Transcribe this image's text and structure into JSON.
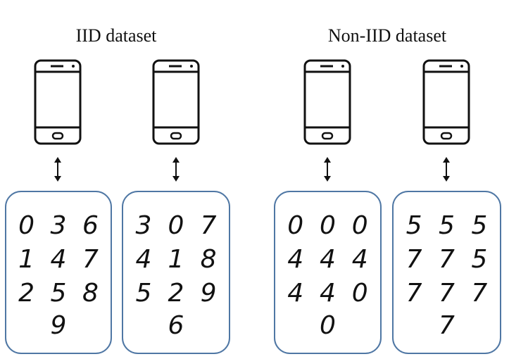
{
  "groups": [
    {
      "title": "IID dataset",
      "devices": [
        {
          "digits": [
            "0",
            "3",
            "6",
            "1",
            "4",
            "7",
            "2",
            "5",
            "8",
            "9"
          ]
        },
        {
          "digits": [
            "3",
            "0",
            "7",
            "4",
            "1",
            "8",
            "5",
            "2",
            "9",
            "6"
          ]
        }
      ]
    },
    {
      "title": "Non-IID dataset",
      "devices": [
        {
          "digits": [
            "0",
            "0",
            "0",
            "4",
            "4",
            "4",
            "4",
            "4",
            "0",
            "0"
          ]
        },
        {
          "digits": [
            "5",
            "5",
            "5",
            "7",
            "7",
            "5",
            "7",
            "7",
            "7",
            "7"
          ]
        }
      ]
    }
  ],
  "icons": [
    "smartphone-icon",
    "bidirectional-arrow-icon"
  ]
}
